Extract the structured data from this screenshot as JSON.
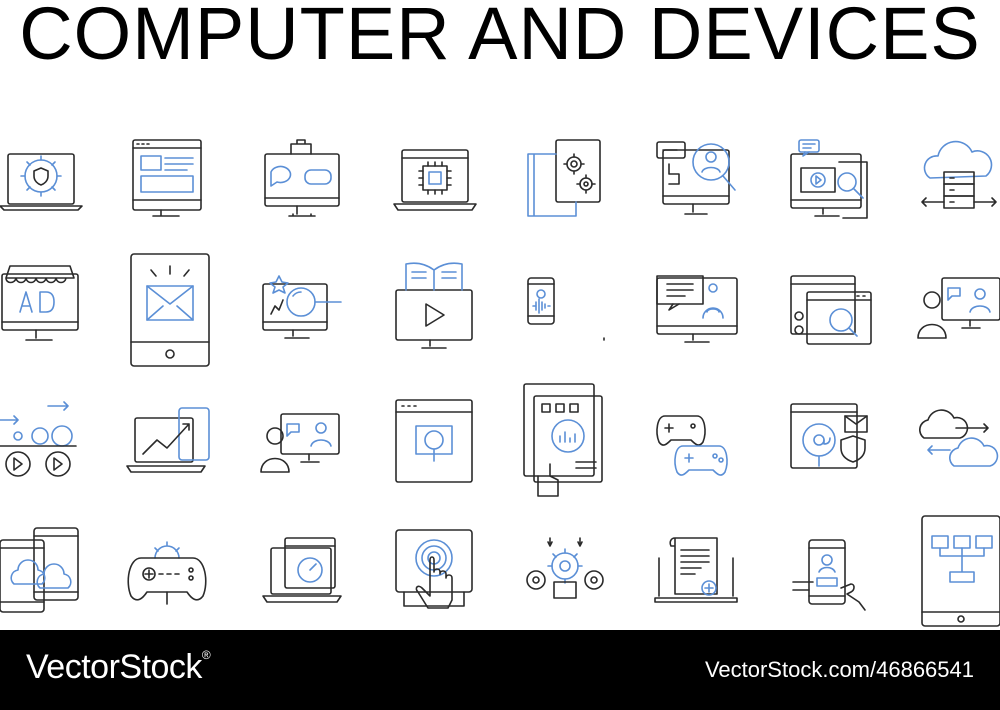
{
  "title": "COMPUTER AND DEVICES",
  "colors": {
    "line": "#2b2b2b",
    "accent": "#5b8fd6",
    "footer_bg": "#000000",
    "footer_text": "#ffffff"
  },
  "icons": [
    [
      "laptop-gear-shield-icon",
      "desktop-web-layout-icon",
      "monitor-chat-bubbles-icon",
      "laptop-chip-icon",
      "books-gears-icon",
      "monitor-user-search-icon",
      "monitor-video-search-icon",
      "cloud-server-icon"
    ],
    [
      "monitor-ad-shop-icon",
      "tablet-email-icon",
      "monitor-magnifier-star-icon",
      "monitor-book-video-icon",
      "phone-voice-icon",
      "monitor-chat-headset-icon",
      "browser-search-settings-icon",
      "user-video-call-icon"
    ],
    [
      "conveyor-gears-icon",
      "laptop-growth-chart-icon",
      "user-monitor-chat-icon",
      "browser-search-icon",
      "document-chart-hand-icon",
      "gamepads-icon",
      "browser-email-shield-icon",
      "cloud-transfer-icon"
    ],
    [
      "devices-cloud-icon",
      "gamepad-gear-icon",
      "laptop-speedometer-icon",
      "touch-screen-hand-icon",
      "gears-settings-icon",
      "laptop-scroll-document-icon",
      "phone-profile-hand-icon",
      "tablet-sitemap-icon"
    ]
  ],
  "footer": {
    "brand": "VectorStock",
    "registered": "®",
    "image_id": "VectorStock.com/46866541"
  }
}
